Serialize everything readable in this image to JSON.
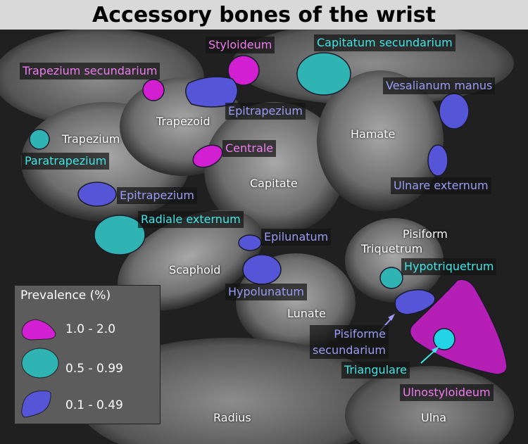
{
  "title": "Accessory bones of the wrist",
  "colors": {
    "high": "#d21fd2",
    "mid": "#2fb3b3",
    "low": "#5555d8",
    "triangulare": "#22d4e6"
  },
  "legend": {
    "title": "Prevalence (%)",
    "items": [
      {
        "range": "1.0 - 2.0",
        "color": "#d21fd2"
      },
      {
        "range": "0.5 - 0.99",
        "color": "#2fb3b3"
      },
      {
        "range": "0.1 - 0.49",
        "color": "#5555d8"
      }
    ]
  },
  "accessory_bones": {
    "styloideum": "Styloideum",
    "capitatum_secundarium": "Capitatum secundarium",
    "trapezium_secundarium": "Trapezium secundarium",
    "epitrapezium_top": "Epitrapezium",
    "vesalianum_manus": "Vesalianum manus",
    "paratrapezium": "Paratrapezium",
    "centrale": "Centrale",
    "ulnare_externum": "Ulnare externum",
    "epitrapezium_lower": "Epitrapezium",
    "radiale_externum": "Radiale externum",
    "epilunatum": "Epilunatum",
    "hypotriquetrum": "Hypotriquetrum",
    "hypolunatum": "Hypolunatum",
    "pisiforme_secundarium_1": "Pisiforme",
    "pisiforme_secundarium_2": "secundarium",
    "triangulare": "Triangulare",
    "ulnostyloideum": "Ulnostyloideum"
  },
  "anatomy": {
    "trapezoid": "Trapezoid",
    "trapezium": "Trapezium",
    "hamate": "Hamate",
    "capitate": "Capitate",
    "pisiform": "Pisiform",
    "triquetrum": "Triquetrum",
    "scaphoid": "Scaphoid",
    "lunate": "Lunate",
    "radius": "Radius",
    "ulna": "Ulna"
  }
}
